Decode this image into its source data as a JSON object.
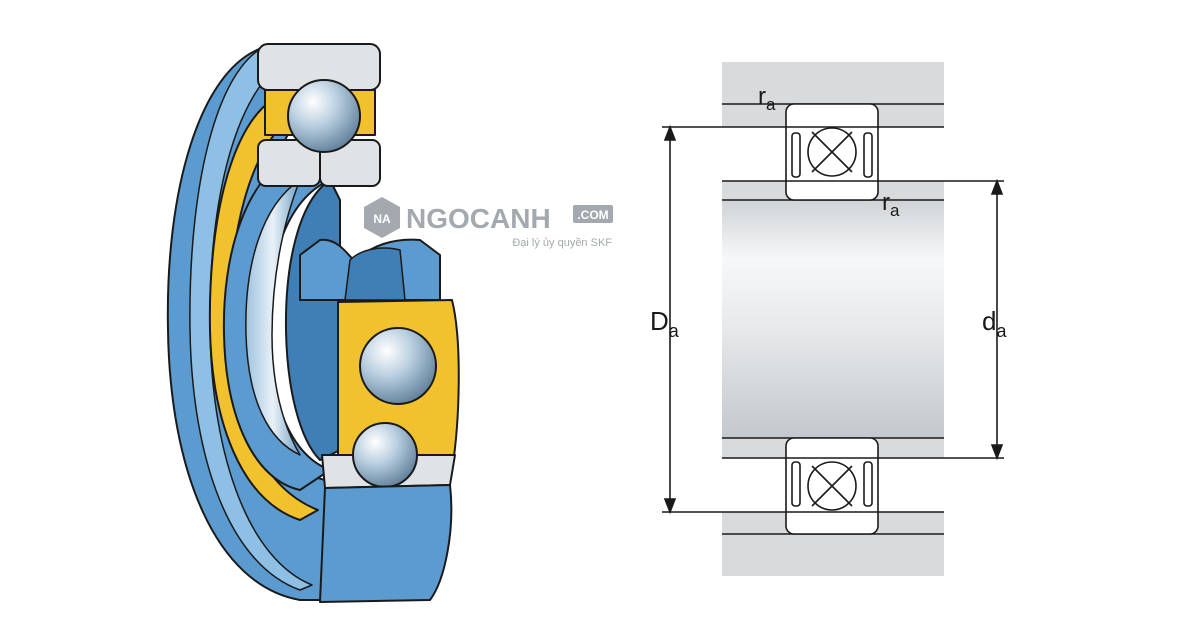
{
  "watermark": {
    "brand": "NGOCANH",
    "domain": ".COM",
    "tagline": "Đại lý ủy quyền SKF",
    "logo_letters": "NA",
    "color": "#9aa0a6"
  },
  "diagram": {
    "labels": {
      "ra_top": {
        "main": "r",
        "sub": "a"
      },
      "ra_inner": {
        "main": "r",
        "sub": "a"
      },
      "Da": {
        "main": "D",
        "sub": "a"
      },
      "da": {
        "main": "d",
        "sub": "a"
      }
    }
  },
  "colors": {
    "ring_blue": "#5b9bd0",
    "ring_blue_light": "#8ec0e6",
    "ring_blue_dark": "#3f7fb6",
    "cage_yellow": "#f2c12e",
    "ring_face_grey": "#dfe3e6",
    "housing_grey": "#d9dadb",
    "outline": "#1a1a1a"
  }
}
